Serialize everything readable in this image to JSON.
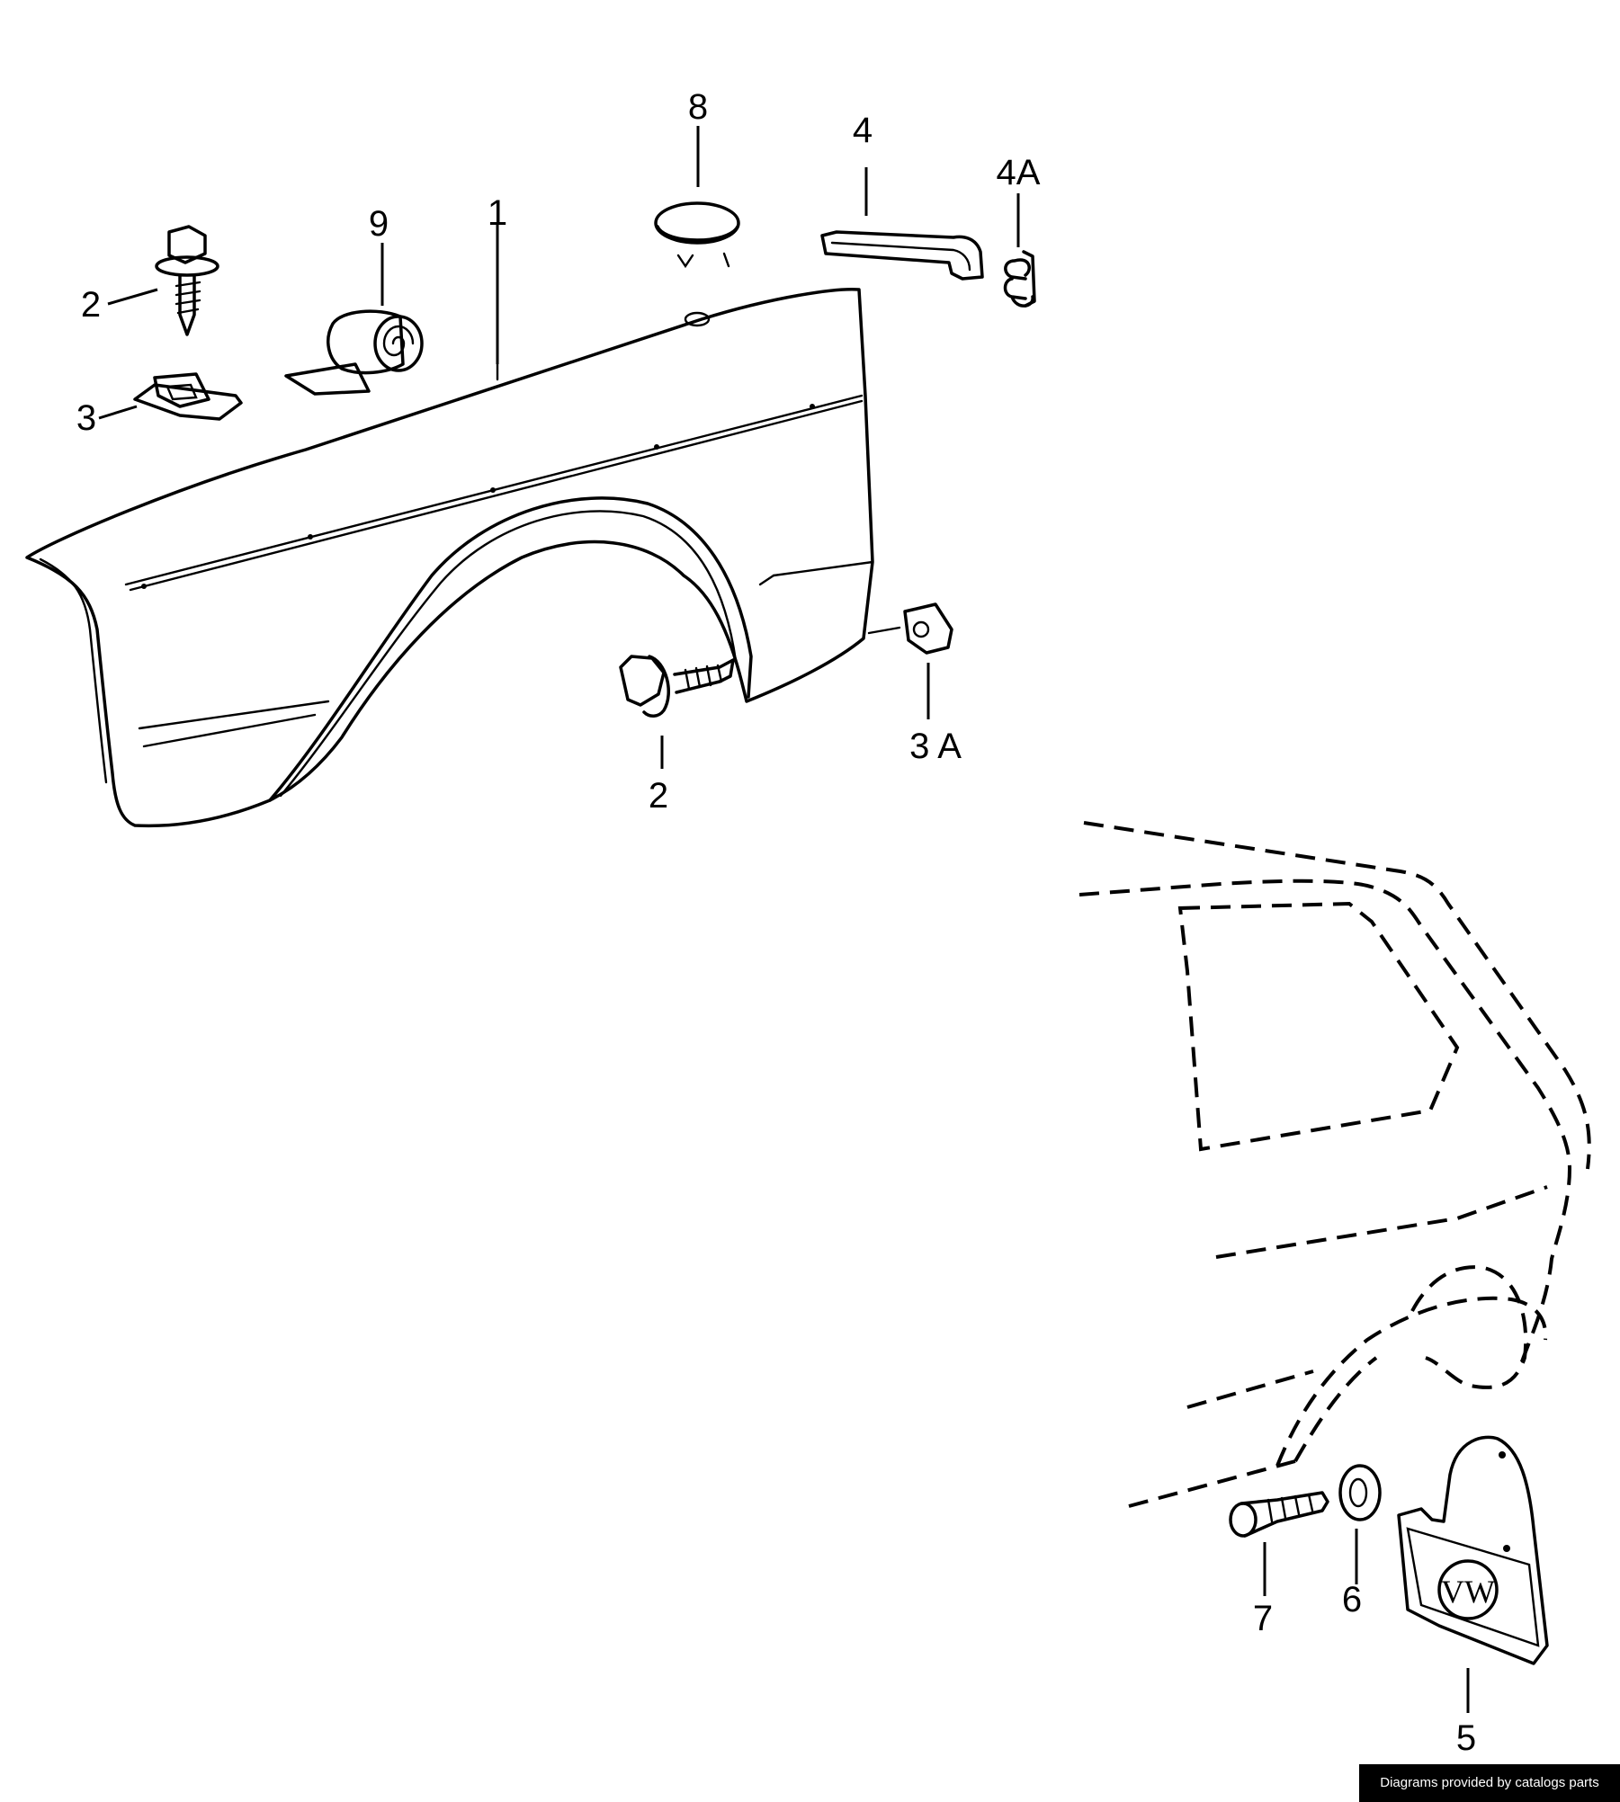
{
  "callouts": {
    "fender": "1",
    "screw_top": "2",
    "screw_wheel": "2",
    "clip": "3",
    "clip_a": "3 A",
    "seal_strip": "4",
    "clip_4a": "4A",
    "mud_flap": "5",
    "washer": "6",
    "screw_flap": "7",
    "plug": "8",
    "tape_roll": "9"
  },
  "flap_logo": "VW",
  "footer": "Diagrams provided by catalogs parts"
}
